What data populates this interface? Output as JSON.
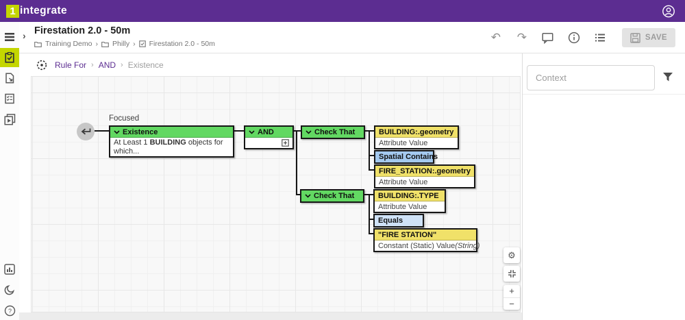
{
  "colors": {
    "header_purple": "#5C2D91",
    "brand_lime": "#C4D600",
    "node_green": "#62D862",
    "node_yellow": "#F0E169",
    "node_blue": "#A4C9EF",
    "node_blue_light": "#CFE2F7"
  },
  "header": {
    "logo_mark": "1",
    "logo_text": "integrate"
  },
  "title_bar": {
    "collapse_chevron": "›",
    "title": "Firestation 2.0 - 50m",
    "breadcrumb": {
      "sep": "›",
      "items": [
        "Training Demo",
        "Philly",
        "Firestation 2.0 - 50m"
      ]
    },
    "undo_glyph": "↶",
    "redo_glyph": "↷",
    "save_label": "SAVE"
  },
  "rule_path": {
    "sep": "›",
    "items": [
      "Rule For",
      "AND",
      "Existence"
    ]
  },
  "canvas": {
    "focused_label": "Focused",
    "nodes": {
      "existence": {
        "title": "Existence",
        "body_prefix": "At Least 1 ",
        "body_bold": "BUILDING",
        "body_suffix": " objects for which..."
      },
      "and": {
        "title": "AND"
      },
      "check_that_1": {
        "title": "Check That"
      },
      "building_geometry": {
        "title": "BUILDING:.geometry",
        "subtitle": "Attribute Value"
      },
      "spatial_contains": {
        "title": "Spatial Contains"
      },
      "fire_station_geometry": {
        "title": "FIRE_STATION:.geometry",
        "subtitle": "Attribute Value"
      },
      "check_that_2": {
        "title": "Check That"
      },
      "building_type": {
        "title": "BUILDING:.TYPE",
        "subtitle": "Attribute Value"
      },
      "equals": {
        "title": "Equals"
      },
      "fire_station_constant": {
        "title": "\"FIRE STATION\"",
        "subtitle": "Constant (Static) Value ",
        "subtitle_italic": "(String)"
      }
    },
    "controls": {
      "gear_glyph": "⚙",
      "zoom_in": "+",
      "zoom_out": "−"
    }
  },
  "right_panel": {
    "context_placeholder": "Context"
  }
}
